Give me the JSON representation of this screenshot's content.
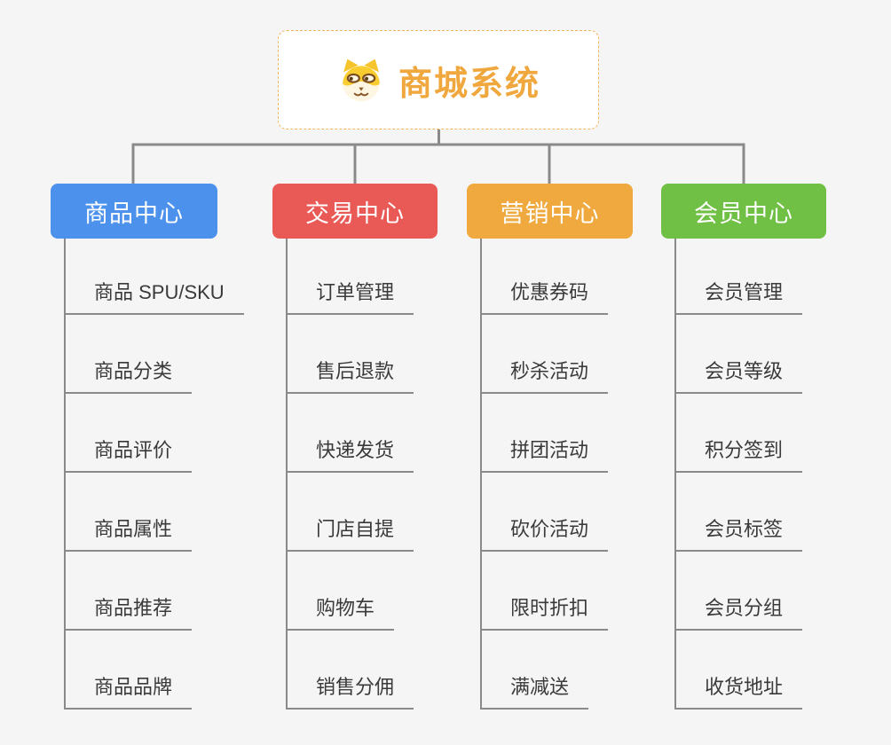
{
  "page": {
    "background_color": "#f5f5f5",
    "connector_color": "#8a8a8a"
  },
  "root": {
    "label": "商城系统",
    "icon": "shiba-dog-icon",
    "text_color": "#f0a73d",
    "border_color": "#f3b55c",
    "background_color": "#ffffff"
  },
  "branches": [
    {
      "label": "商品中心",
      "color": "#4c92ec",
      "items": [
        "商品 SPU/SKU",
        "商品分类",
        "商品评价",
        "商品属性",
        "商品推荐",
        "商品品牌"
      ]
    },
    {
      "label": "交易中心",
      "color": "#e95a57",
      "items": [
        "订单管理",
        "售后退款",
        "快递发货",
        "门店自提",
        "购物车",
        "销售分佣"
      ]
    },
    {
      "label": "营销中心",
      "color": "#efa93e",
      "items": [
        "优惠券码",
        "秒杀活动",
        "拼团活动",
        "砍价活动",
        "限时折扣",
        "满减送"
      ]
    },
    {
      "label": "会员中心",
      "color": "#6fc044",
      "items": [
        "会员管理",
        "会员等级",
        "积分签到",
        "会员标签",
        "会员分组",
        "收货地址"
      ]
    }
  ]
}
